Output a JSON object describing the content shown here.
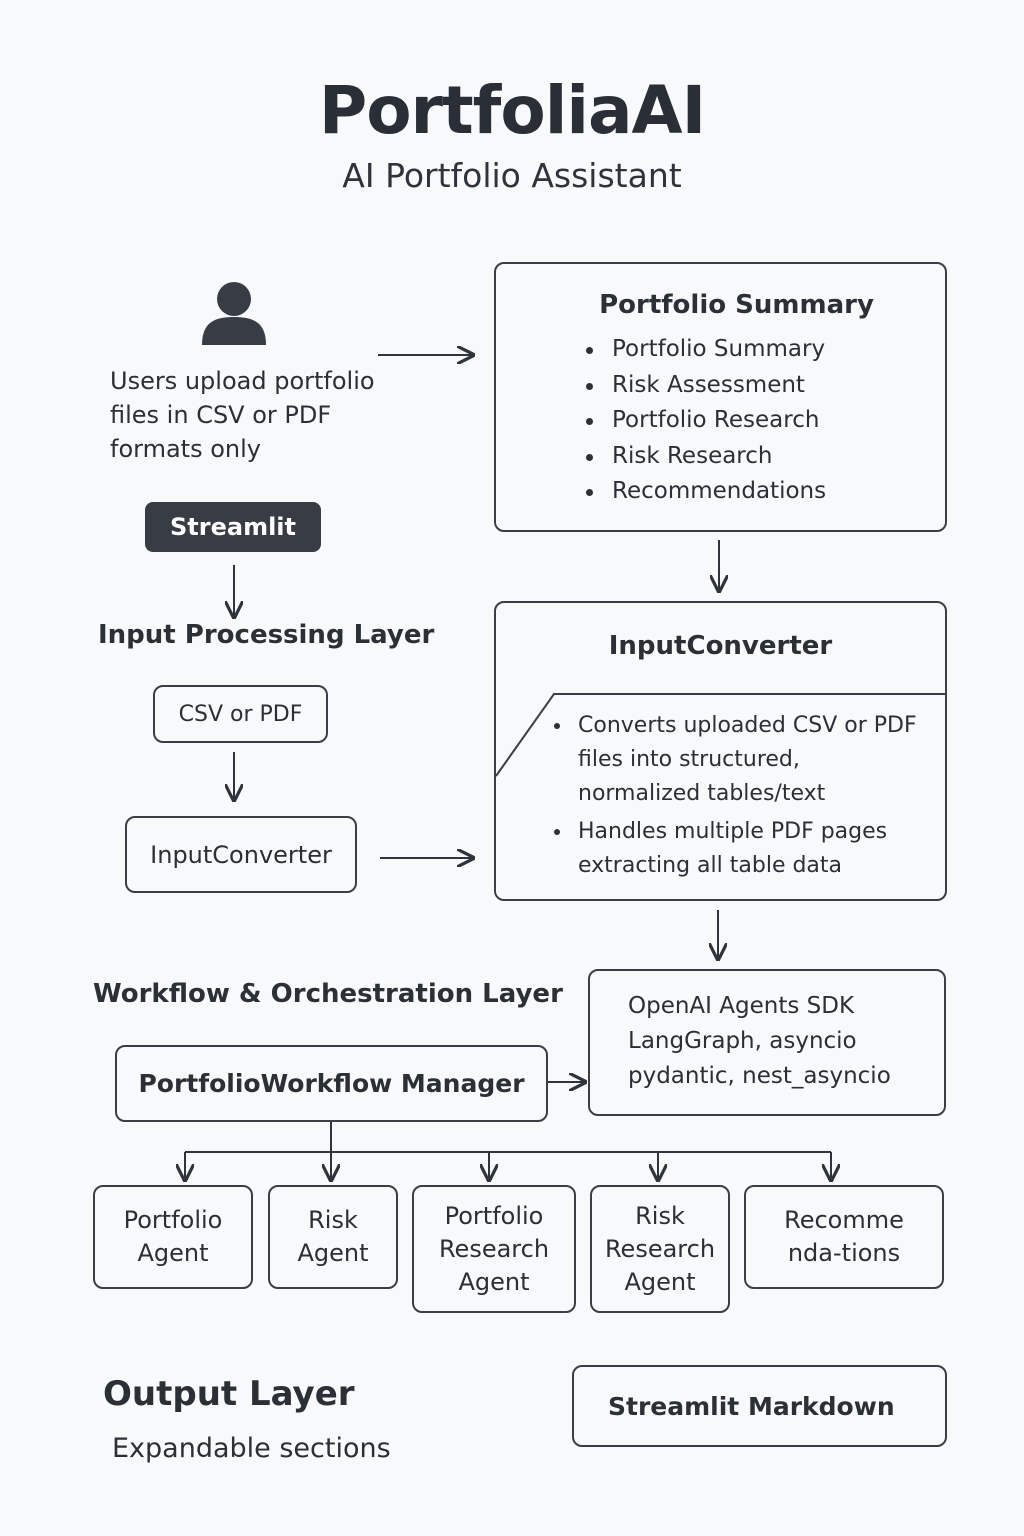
{
  "header": {
    "title": "PortfoliaAI",
    "subtitle": "AI Portfolio Assistant"
  },
  "user": {
    "icon": "user-icon",
    "description": "Users upload portfolio files in CSV or PDF formats only"
  },
  "streamlit_button": "Streamlit",
  "input_layer": {
    "heading": "Input Processing Layer",
    "csv_pdf_label": "CSV or PDF",
    "converter_label": "InputConverter"
  },
  "summary_panel": {
    "title": "Portfolio Summary",
    "items": [
      "Portfolio Summary",
      "Risk Assessment",
      "Portfolio Research",
      "Risk Research",
      "Recommendations"
    ]
  },
  "converter_panel": {
    "title": "InputConverter",
    "items": [
      "Converts uploaded CSV or PDF files into structured, normalized tables/text",
      "Handles multiple PDF pages extracting all table data"
    ]
  },
  "workflow_layer": {
    "heading": "Workflow & Orchestration Layer",
    "manager_label": "PortfolioWorkflow Manager",
    "sdk_lines": [
      "OpenAI Agents SDK",
      "LangGraph, asyncio",
      "pydantic, nest_asyncio"
    ]
  },
  "agents": [
    "Portfolio Agent",
    "Risk Agent",
    "Portfolio Research Agent",
    "Risk Research Agent",
    "Recommenda-tions"
  ],
  "output_layer": {
    "heading": "Output Layer",
    "subheading": "Expandable sections",
    "markdown_label": "Streamlit Markdown"
  },
  "colors": {
    "background": "#f7f9fb",
    "stroke": "#3a3f47",
    "dark_fill": "#383d45",
    "text": "#2b2f36"
  }
}
